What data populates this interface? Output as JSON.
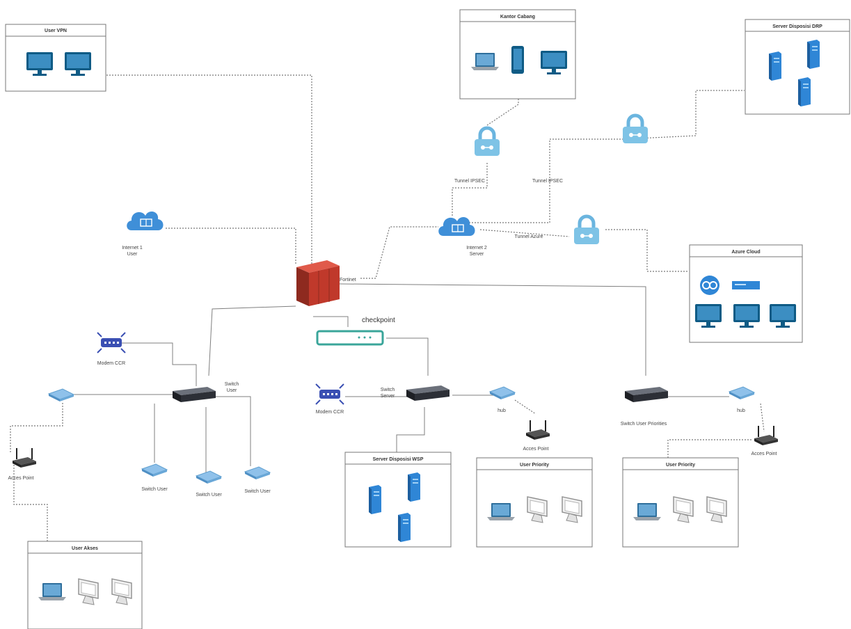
{
  "boxes": {
    "user_vpn": "User VPN",
    "kantor_cabang": "Kantor Cabang",
    "server_drp": "Server Disposisi DRP",
    "azure_cloud": "Azure Cloud",
    "server_wsp": "Server Disposisi WSP",
    "user_priority_1": "User Priority",
    "user_priority_2": "User Priority",
    "user_akses": "User Akses"
  },
  "labels": {
    "internet1": "Internet 1\nUser",
    "internet2": "Internet 2\nServer",
    "fortinet": "Fortinet",
    "checkpoint": "checkpoint",
    "tunnel1": "Tunnel IPSEC",
    "tunnel2": "Tunnel IPSEC",
    "tunnel3": "Tunnel Azure",
    "modem_ccr_left": "Modem CCR",
    "modem_ccr_mid": "Modem CCR",
    "switch_user": "Switch\nUser",
    "switch_server": "Switch\nServer",
    "switch_user_priority": "Switch User Priorities",
    "access_point_left": "Acces Point",
    "access_point_mid": "Acces Point",
    "access_point_right": "Acces Point",
    "hub_mid": "hub",
    "hub_right": "hub",
    "switch_user_a": "Switch User",
    "switch_user_b": "Switch User",
    "switch_user_c": "Switch User"
  },
  "colors": {
    "cloud": "#3f8fd8",
    "lock": "#7ec3e6",
    "firewall": "#c0392b",
    "checkpoint": "#3aa59a",
    "monitor": "#0f5b85",
    "server": "#2f86d6",
    "modem": "#3a4fb3",
    "switch": "#2c2f36",
    "hub": "#8fc1ea"
  }
}
